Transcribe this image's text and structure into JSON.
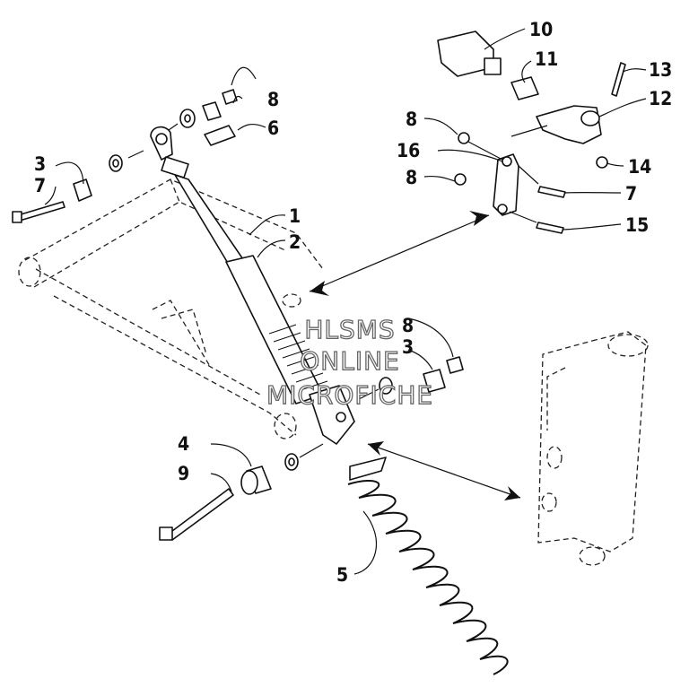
{
  "watermark": {
    "line1": "HLSMS",
    "line2": "ONLINE",
    "line3": "MICROFICHE"
  },
  "callouts": {
    "c1": "1",
    "c2": "2",
    "c3a": "3",
    "c3b": "3",
    "c4": "4",
    "c5": "5",
    "c6": "6",
    "c7a": "7",
    "c7b": "7",
    "c8a": "8",
    "c8b": "8",
    "c8c": "8",
    "c8d": "8",
    "c9": "9",
    "c10": "10",
    "c11": "11",
    "c12": "12",
    "c13": "13",
    "c14": "14",
    "c15": "15",
    "c16": "16"
  }
}
